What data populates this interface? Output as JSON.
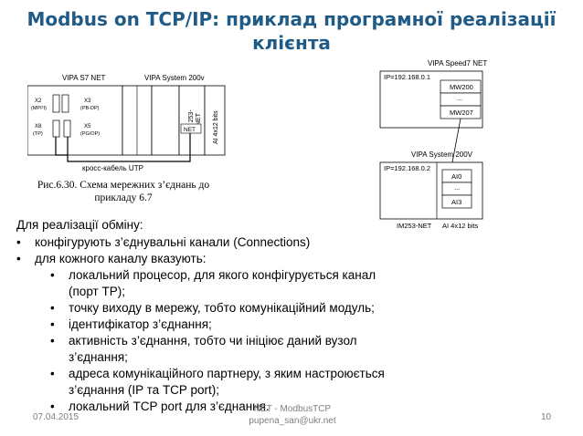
{
  "slide": {
    "title": "Modbus on TCP/IP: приклад програмної реалізації клієнта"
  },
  "figure_left": {
    "label_s7": "VIPA S7 NET",
    "label_system": "VIPA System 200v",
    "port_x2": "X2",
    "port_x2_sub": "(MPI²I)",
    "port_x3": "X3",
    "port_x3_sub": "(PB-DP)",
    "port_x8": "X8",
    "port_x8_sub": "(TP)",
    "port_x5": "X5",
    "port_x5_sub": "(PG/OP)",
    "module_im": "IM 253-",
    "module_im_2": "NET",
    "module_net": "NET",
    "module_ai": "AI 4x12 bits",
    "cable_label": "кросс-кабель UTP"
  },
  "caption": "Рис.6.30. Схема мережних з’єднань до прикладу 6.7",
  "figure_right": {
    "speed7_label": "VIPA Speed7 NET",
    "speed7_ip": "IP=192.168.0.1",
    "mw_top": "MW200",
    "mw_dots": "...",
    "mw_bottom": "MW207",
    "system_label": "VIPA System 200V",
    "system_ip": "IP=192.168.0.2",
    "ai_top": "AI0",
    "ai_dots": "...",
    "ai_bottom": "AI3",
    "im_label": "IM253-NET",
    "ai_label": "AI 4x12 bits"
  },
  "body": {
    "lead": "Для реалізації обміну:",
    "items": [
      "конфігурують з’єднувальні канали (Connections)",
      "для кожного каналу вказують:"
    ],
    "subitems": [
      "локальний процесор, для якого конфігурується канал (порт ТР);",
      "точку виходу в мережу, тобто комунікаційний модуль;",
      "ідентифікатор з’єднання;",
      "активність з’єднання, тобто чи ініціює даний вузол з’єднання;",
      "адреса комунікаційного партнеру, з яким настроюється з’єднання (IP та TCP port);",
      "локальний  TCP port для з’єднання."
    ]
  },
  "footer": {
    "date": "07.04.2015",
    "center_line1": "NET - ModbusTCP",
    "center_line2": "pupena_san@ukr.net",
    "page": "10"
  }
}
